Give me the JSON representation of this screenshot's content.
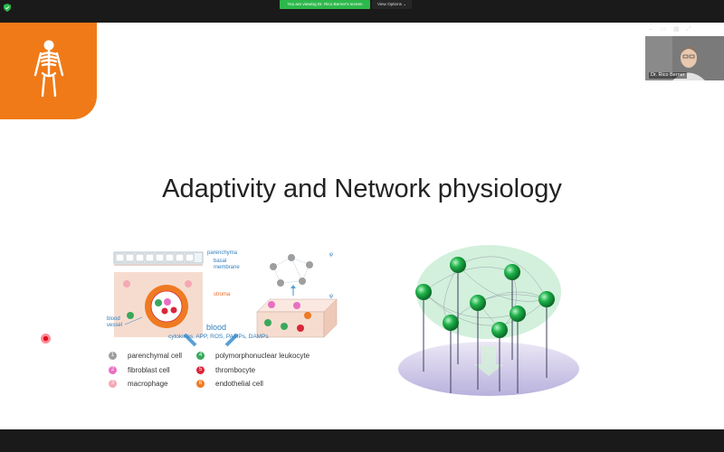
{
  "zoom": {
    "share_banner": "You are viewing Dr. Rico Berner's screen",
    "view_options": "View Options",
    "participant_name": "Dr. Rico Berner"
  },
  "slide": {
    "title": "Adaptivity and Network physiology",
    "figure_labels": {
      "parenchyma": "parenchyma",
      "basal": "basal",
      "membrane": "membrane",
      "stroma": "stroma",
      "blood_vessel_1": "blood",
      "blood_vessel_2": "vessel",
      "blood": "blood",
      "cytokines": "cytokines, APP, ROS, PAMPs, DAMPs",
      "phi1": "φ",
      "phi2": "φ"
    },
    "legend": [
      {
        "num": "1",
        "label": "parenchymal cell",
        "color": "#9e9e9e"
      },
      {
        "num": "2",
        "label": "fibroblast cell",
        "color": "#e86fc2"
      },
      {
        "num": "3",
        "label": "macrophage",
        "color": "#f4a8b4"
      },
      {
        "num": "4",
        "label": "polymorphonuclear leukocyte",
        "color": "#3aa85c"
      },
      {
        "num": "5",
        "label": "thrombocyte",
        "color": "#d8273a"
      },
      {
        "num": "6",
        "label": "endothelial cell",
        "color": "#ef7a22"
      }
    ]
  },
  "colors": {
    "accent_orange": "#f07a18",
    "share_green": "#2db84b",
    "node_green": "#1fb24a"
  }
}
